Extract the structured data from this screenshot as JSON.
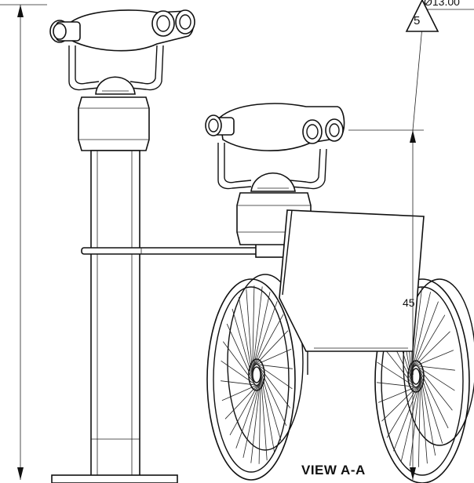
{
  "drawing": {
    "view_label": "VIEW A-A",
    "dimension_45": "45",
    "dimension_diameter": "Ø13.00",
    "callout_number": "5"
  }
}
